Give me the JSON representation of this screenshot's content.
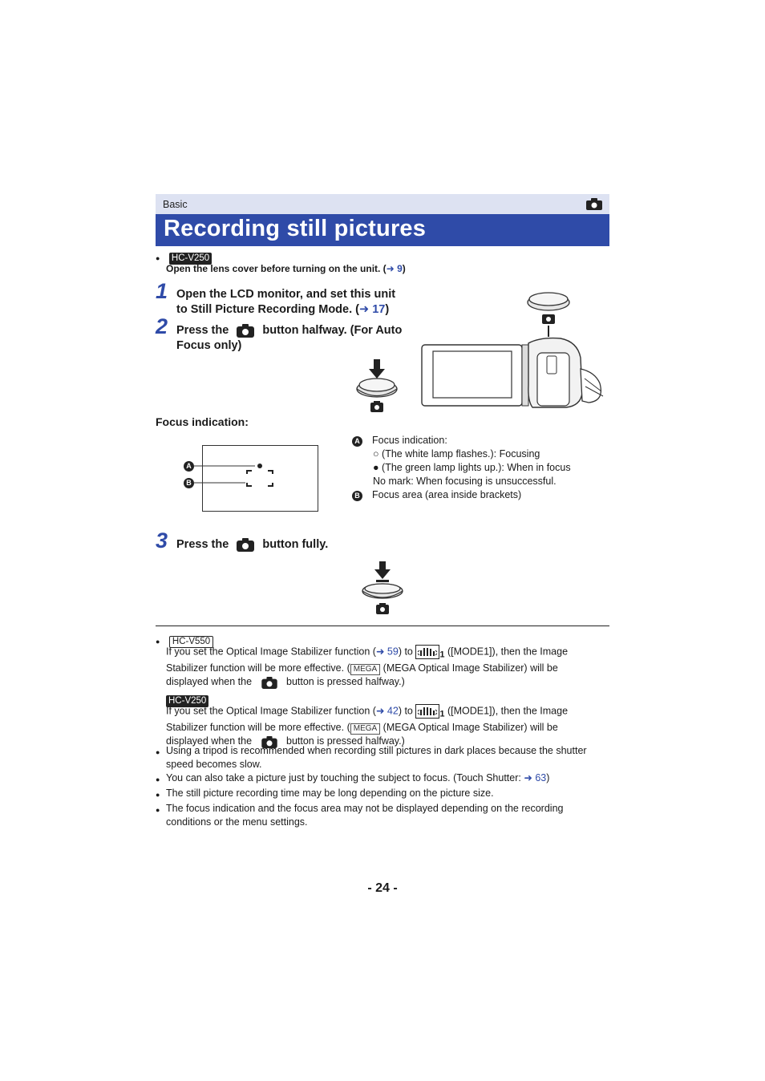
{
  "header": {
    "section": "Basic",
    "title": "Recording still pictures",
    "mode_icon": "camera-icon"
  },
  "intro": {
    "model_badge": "HC-V250",
    "note_text": "Open the lens cover before turning on the unit. (",
    "note_arrow": "➜",
    "note_link": "9",
    "note_close": ")"
  },
  "steps": [
    {
      "number": "1",
      "line1": "Open the LCD monitor, and set this unit",
      "line2_pre": "to Still Picture Recording Mode. (",
      "arrow": "➜",
      "link": "17",
      "line2_post": ")"
    },
    {
      "number": "2",
      "pre": "Press the",
      "post": "button halfway. (For Auto",
      "line2": "Focus only)"
    },
    {
      "number": "3",
      "pre": "Press the",
      "post": "button fully."
    }
  ],
  "focus": {
    "heading": "Focus indication:",
    "label_a": "A",
    "label_b": "B",
    "legend": [
      {
        "marker": "A",
        "text": "Focus indication:"
      },
      {
        "symbol": "○",
        "text": "(The white lamp flashes.): Focusing"
      },
      {
        "symbol": "●",
        "text": "(The green lamp lights up.): When in focus"
      },
      {
        "text": "No mark: When focusing is unsuccessful."
      },
      {
        "marker": "B",
        "text": "Focus area (area inside brackets)"
      }
    ]
  },
  "notes": {
    "v550_badge": "HC-V550",
    "v550": {
      "l1_pre": "If you set the Optical Image Stabilizer function (",
      "arrow": "➜",
      "link": "59",
      "l1_mid": ") to",
      "sub": "1",
      "l1_post": "([MODE1]), then the Image",
      "l2_pre": "Stabilizer function will be more effective. (",
      "mega": "MEGA",
      "l2_post": "(MEGA Optical Image Stabilizer) will be",
      "l3_pre": "displayed when the",
      "l3_post": "button is pressed halfway.)"
    },
    "v250_badge": "HC-V250",
    "v250": {
      "l1_pre": "If you set the Optical Image Stabilizer function (",
      "arrow": "➜",
      "link": "42",
      "l1_mid": ") to",
      "sub": "1",
      "l1_post": "([MODE1]), then the Image",
      "l2_pre": "Stabilizer function will be more effective. (",
      "mega": "MEGA",
      "l2_post": "(MEGA Optical Image Stabilizer) will be",
      "l3_pre": "displayed when the",
      "l3_post": "button is pressed halfway.)"
    },
    "bullets": [
      "Using a tripod is recommended when recording still pictures in dark places because the shutter",
      "speed becomes slow.",
      "You can also take a picture just by touching the subject to focus. (Touch Shutter: ",
      "The still picture recording time may be long depending on the picture size.",
      "The focus indication and the focus area may not be displayed depending on the recording",
      "conditions or the menu settings."
    ],
    "touch_arrow": "➜",
    "touch_link": "63",
    "touch_close": ")"
  },
  "footer": {
    "page_number": "- 24 -"
  },
  "colors": {
    "accent": "#2f4ba8",
    "section_bg": "#dde2f2"
  }
}
